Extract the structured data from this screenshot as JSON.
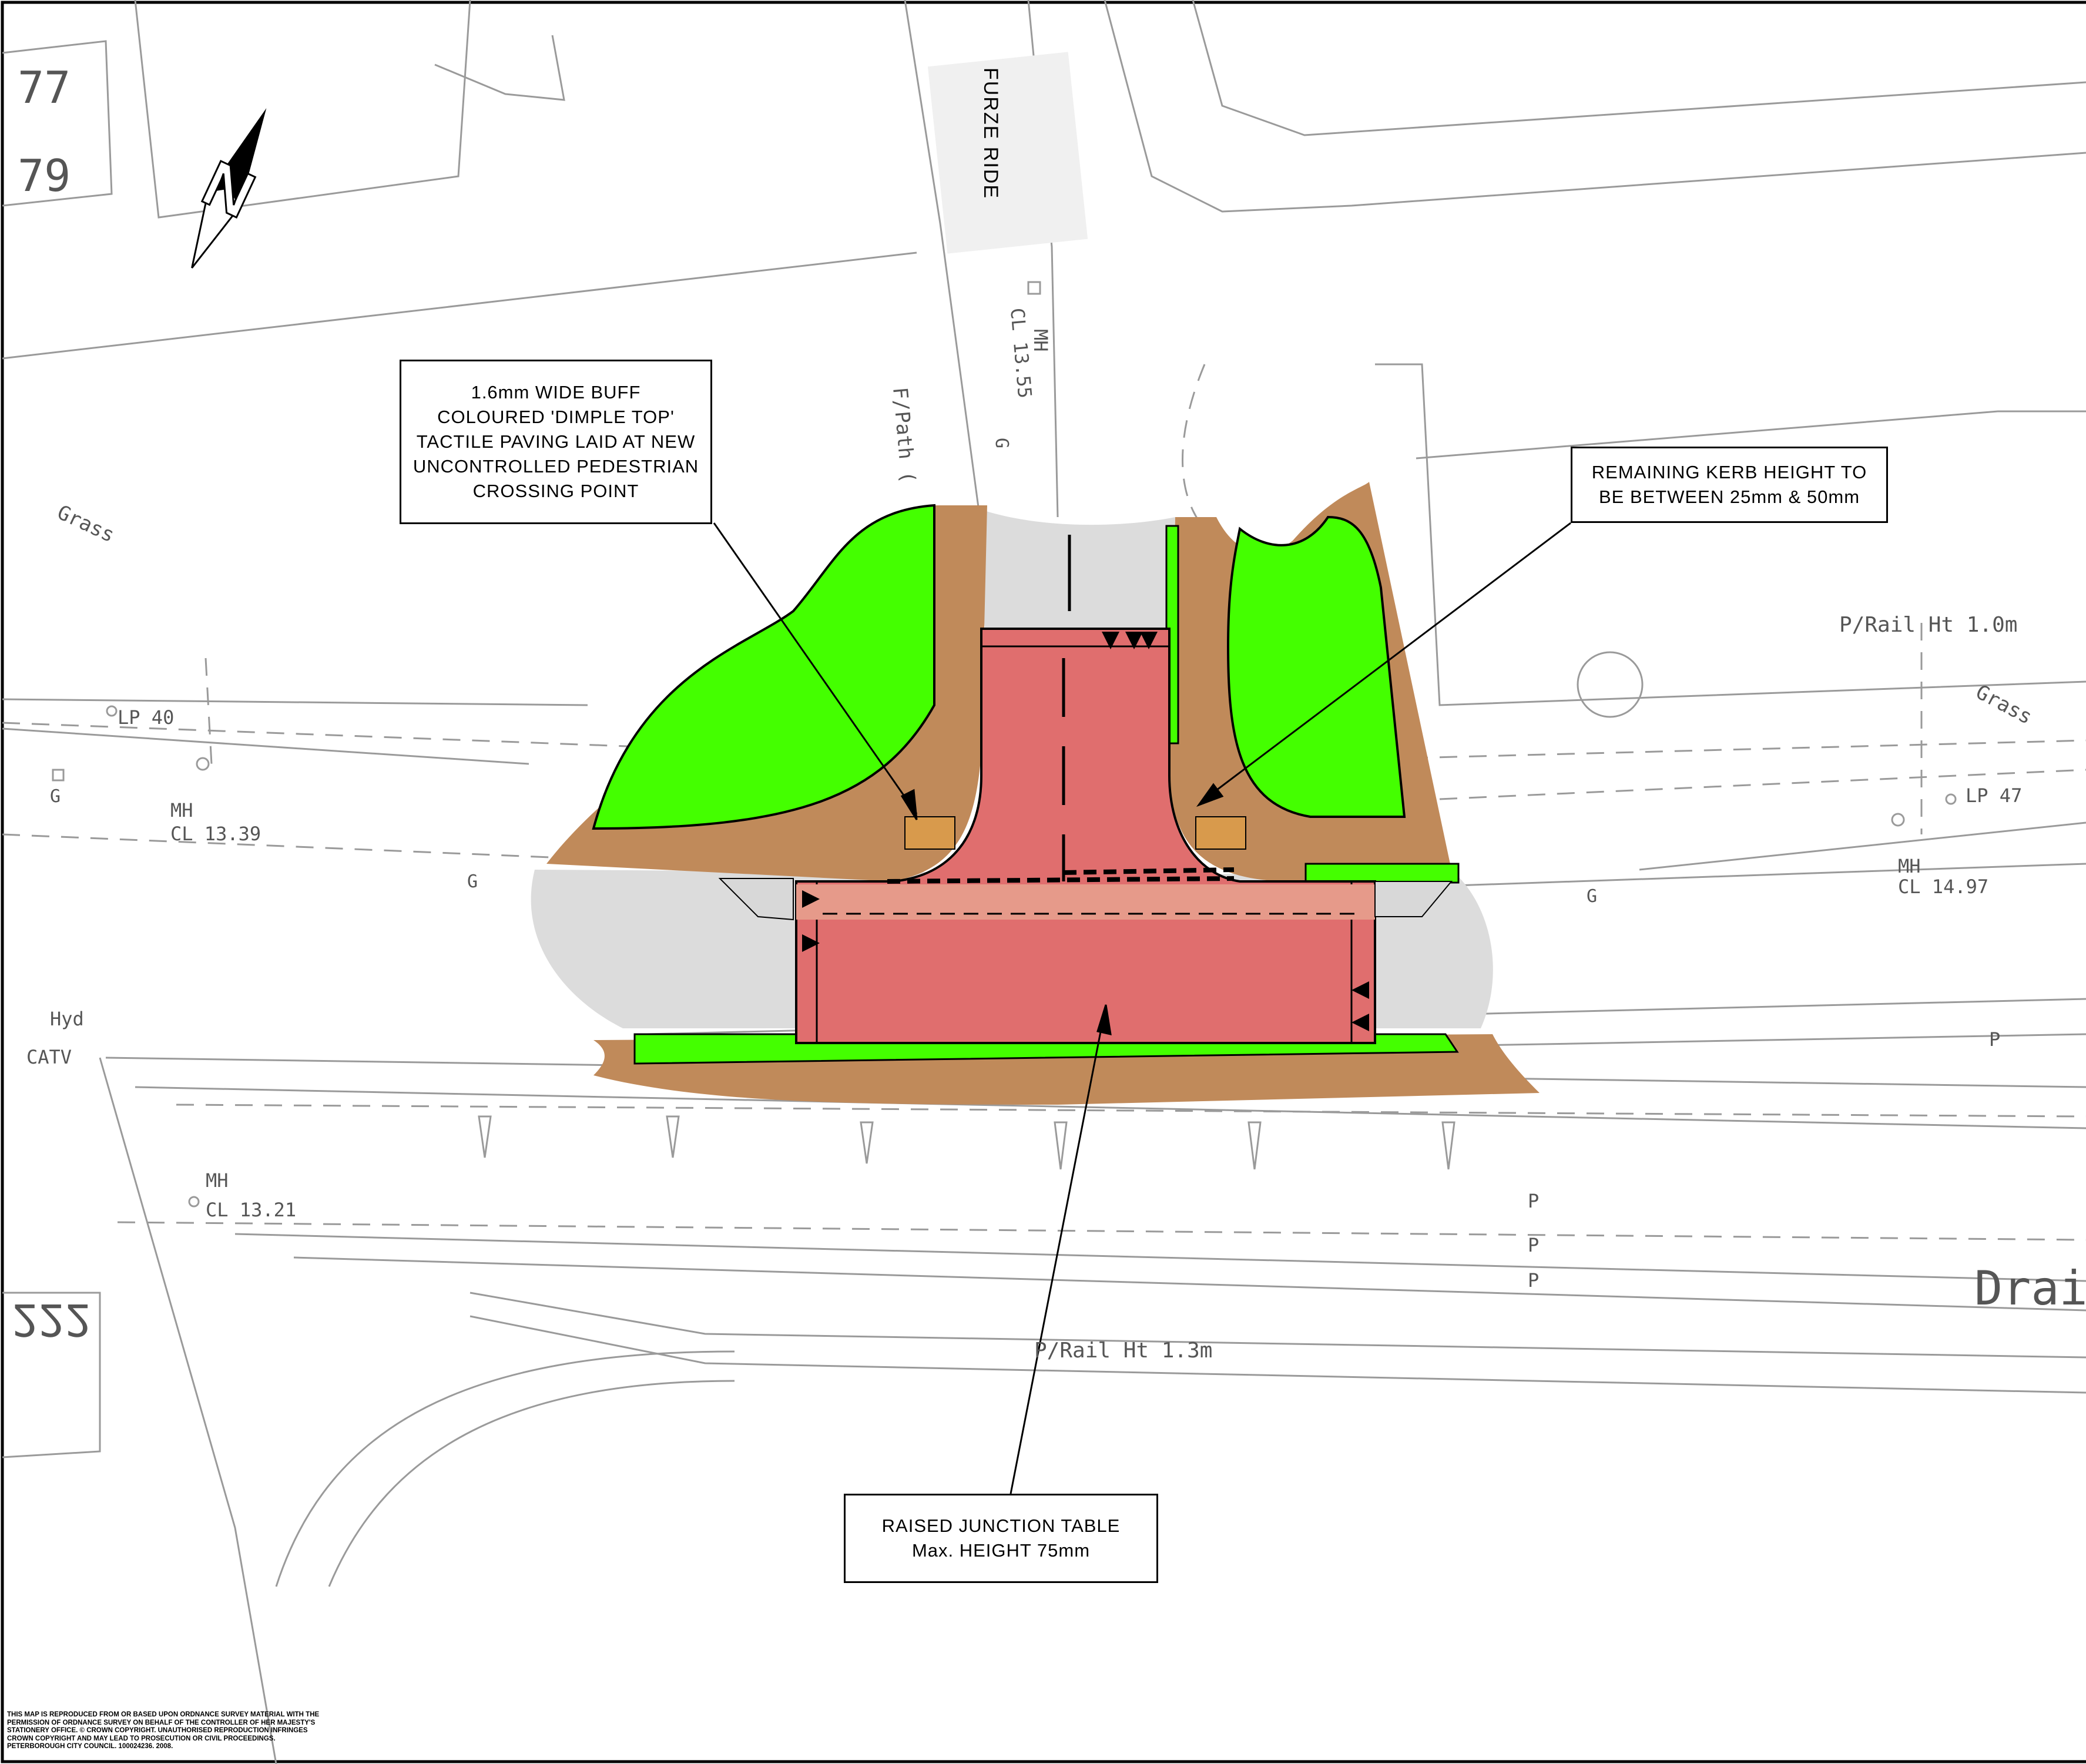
{
  "road_name": "FURZE RIDE",
  "north_label": "N",
  "annotations": {
    "tactile": [
      "1.6mm WIDE BUFF",
      "COLOURED 'DIMPLE TOP'",
      "TACTILE PAVING LAID AT NEW",
      "UNCONTROLLED PEDESTRIAN",
      "CROSSING POINT"
    ],
    "kerb": [
      "REMAINING KERB HEIGHT TO",
      "BE BETWEEN 25mm & 50mm"
    ],
    "table": [
      "RAISED JUNCTION TABLE",
      "Max. HEIGHT 75mm"
    ]
  },
  "map_labels": {
    "n77": "77",
    "n79": "79",
    "n222": "222",
    "grass_left": "Grass",
    "grass_right": "Grass",
    "lp40": "LP 40",
    "lp47": "LP 47",
    "mh": "MH",
    "cl_1339": "CL 13.39",
    "cl_1355": "CL 13.55",
    "cl_1497": "CL 14.97",
    "cl_1321": "CL 13.21",
    "g": "G",
    "fpath": "F/Path (",
    "prail_10": "P/Rail Ht 1.0m",
    "prail_13": "P/Rail Ht 1.3m",
    "hyd": "Hyd",
    "catv": "CATV",
    "p": "P",
    "drain": "Drain"
  },
  "copyright": "This map is reproduced from or based upon Ordnance Survey material with the permission of Ordnance Survey on behalf of the Controller of Her Majesty's Stationery Office. © Crown copyright. Unauthorised reproduction infringes Crown copyright and may lead to prosecution or civil proceedings. Peterborough City Council. 100024236. 2008.",
  "colors": {
    "grass": "#44ff00",
    "footway": "#c08a5a",
    "table": "#e06e6e",
    "carriageway": "#dcdcdc",
    "tactile": "#d89a4c",
    "base_lines": "#9a9a9a"
  }
}
